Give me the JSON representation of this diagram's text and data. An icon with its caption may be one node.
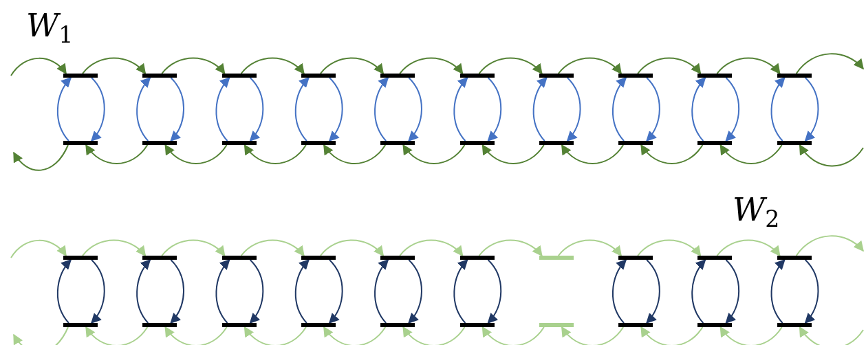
{
  "diagram": {
    "nodes": [
      {
        "text": [],
        "shape": "bar"
      },
      {
        "text": [],
        "shape": "bar"
      },
      {
        "text": [],
        "shape": "bar"
      },
      {
        "text": [],
        "shape": "bar"
      },
      {
        "text": [],
        "shape": "bar"
      },
      {
        "text": [],
        "shape": "bar"
      },
      {
        "text": [],
        "shape": "bar"
      },
      {
        "text": [],
        "shape": "bar"
      },
      {
        "text": [],
        "shape": "bar"
      },
      {
        "text": [],
        "shape": "bar"
      },
      {
        "text": [],
        "shape": "bar"
      },
      {
        "text": [],
        "shape": "bar"
      },
      {
        "text": [],
        "shape": "bar"
      },
      {
        "text": [],
        "shape": "bar"
      },
      {
        "text": [],
        "shape": "bar"
      },
      {
        "text": [],
        "shape": "bar"
      },
      {
        "text": [],
        "shape": "bar"
      },
      {
        "text": [],
        "shape": "bar"
      },
      {
        "text": [],
        "shape": "bar"
      },
      {
        "text": [],
        "shape": "bar"
      },
      {
        "text": [],
        "shape": "bar"
      },
      {
        "text": [],
        "shape": "bar"
      },
      {
        "text": [],
        "shape": "bar"
      },
      {
        "text": [],
        "shape": "bar"
      },
      {
        "text": [],
        "shape": "bar"
      },
      {
        "text": [],
        "shape": "bar"
      },
      {
        "text": [],
        "shape": "bar"
      },
      {
        "text": [],
        "shape": "bar"
      },
      {
        "text": [],
        "shape": "bar"
      },
      {
        "text": [],
        "shape": "bar"
      },
      {
        "text": [],
        "shape": "bar"
      },
      {
        "text": [],
        "shape": "bar"
      },
      {
        "text": [],
        "shape": "bar"
      },
      {
        "text": [],
        "shape": "bar"
      },
      {
        "text": [],
        "shape": "bar"
      },
      {
        "text": [],
        "shape": "bar"
      },
      {
        "text": [],
        "shape": "bar"
      },
      {
        "text": [],
        "shape": "bar"
      },
      {
        "text": [],
        "shape": "bar"
      },
      {
        "text": [],
        "shape": "bar"
      }
    ],
    "edges": [
      {
        "from": 10,
        "to": 0,
        "arrow": "to",
        "color": "#4472c4"
      },
      {
        "from": 0,
        "to": 10,
        "arrow": "to",
        "color": "#4472c4"
      },
      {
        "from": 11,
        "to": 1,
        "arrow": "to",
        "color": "#4472c4"
      },
      {
        "from": 1,
        "to": 11,
        "arrow": "to",
        "color": "#4472c4"
      },
      {
        "from": 12,
        "to": 2,
        "arrow": "to",
        "color": "#4472c4"
      },
      {
        "from": 2,
        "to": 12,
        "arrow": "to",
        "color": "#4472c4"
      },
      {
        "from": 13,
        "to": 3,
        "arrow": "to",
        "color": "#4472c4"
      },
      {
        "from": 3,
        "to": 13,
        "arrow": "to",
        "color": "#4472c4"
      },
      {
        "from": 14,
        "to": 4,
        "arrow": "to",
        "color": "#4472c4"
      },
      {
        "from": 4,
        "to": 14,
        "arrow": "to",
        "color": "#4472c4"
      },
      {
        "from": 15,
        "to": 5,
        "arrow": "to",
        "color": "#4472c4"
      },
      {
        "from": 5,
        "to": 15,
        "arrow": "to",
        "color": "#4472c4"
      },
      {
        "from": 16,
        "to": 6,
        "arrow": "to",
        "color": "#4472c4"
      },
      {
        "from": 6,
        "to": 16,
        "arrow": "to",
        "color": "#4472c4"
      },
      {
        "from": 17,
        "to": 7,
        "arrow": "to",
        "color": "#4472c4"
      },
      {
        "from": 7,
        "to": 17,
        "arrow": "to",
        "color": "#4472c4"
      },
      {
        "from": 18,
        "to": 8,
        "arrow": "to",
        "color": "#4472c4"
      },
      {
        "from": 8,
        "to": 18,
        "arrow": "to",
        "color": "#4472c4"
      },
      {
        "from": 19,
        "to": 9,
        "arrow": "to",
        "color": "#4472c4"
      },
      {
        "from": 9,
        "to": 19,
        "arrow": "to",
        "color": "#4472c4"
      },
      {
        "from": null,
        "to": 0,
        "arrow": "to",
        "color": "#548235"
      },
      {
        "from": 0,
        "to": 1,
        "arrow": "to",
        "color": "#548235"
      },
      {
        "from": 1,
        "to": 2,
        "arrow": "to",
        "color": "#548235"
      },
      {
        "from": 2,
        "to": 3,
        "arrow": "to",
        "color": "#548235"
      },
      {
        "from": 3,
        "to": 4,
        "arrow": "to",
        "color": "#548235"
      },
      {
        "from": 4,
        "to": 5,
        "arrow": "to",
        "color": "#548235"
      },
      {
        "from": 5,
        "to": 6,
        "arrow": "to",
        "color": "#548235"
      },
      {
        "from": 6,
        "to": 7,
        "arrow": "to",
        "color": "#548235"
      },
      {
        "from": 7,
        "to": 8,
        "arrow": "to",
        "color": "#548235"
      },
      {
        "from": 8,
        "to": 9,
        "arrow": "to",
        "color": "#548235"
      },
      {
        "from": 9,
        "to": null,
        "arrow": "to",
        "color": "#548235"
      },
      {
        "from": 10,
        "to": null,
        "arrow": "to",
        "color": "#548235"
      },
      {
        "from": 11,
        "to": 10,
        "arrow": "to",
        "color": "#548235"
      },
      {
        "from": 12,
        "to": 11,
        "arrow": "to",
        "color": "#548235"
      },
      {
        "from": 13,
        "to": 12,
        "arrow": "to",
        "color": "#548235"
      },
      {
        "from": 14,
        "to": 13,
        "arrow": "to",
        "color": "#548235"
      },
      {
        "from": 15,
        "to": 14,
        "arrow": "to",
        "color": "#548235"
      },
      {
        "from": 16,
        "to": 15,
        "arrow": "to",
        "color": "#548235"
      },
      {
        "from": 17,
        "to": 16,
        "arrow": "to",
        "color": "#548235"
      },
      {
        "from": 18,
        "to": 17,
        "arrow": "to",
        "color": "#548235"
      },
      {
        "from": 19,
        "to": 18,
        "arrow": "to",
        "color": "#548235"
      },
      {
        "from": null,
        "to": 19,
        "arrow": "to",
        "color": "#548235"
      },
      {
        "from": 30,
        "to": 20,
        "arrow": "to",
        "color": "#203864"
      },
      {
        "from": 20,
        "to": 30,
        "arrow": "to",
        "color": "#203864"
      },
      {
        "from": 31,
        "to": 21,
        "arrow": "to",
        "color": "#203864"
      },
      {
        "from": 21,
        "to": 31,
        "arrow": "to",
        "color": "#203864"
      },
      {
        "from": 32,
        "to": 22,
        "arrow": "to",
        "color": "#203864"
      },
      {
        "from": 22,
        "to": 32,
        "arrow": "to",
        "color": "#203864"
      },
      {
        "from": 33,
        "to": 23,
        "arrow": "to",
        "color": "#203864"
      },
      {
        "from": 23,
        "to": 33,
        "arrow": "to",
        "color": "#203864"
      },
      {
        "from": 34,
        "to": 24,
        "arrow": "to",
        "color": "#203864"
      },
      {
        "from": 24,
        "to": 34,
        "arrow": "to",
        "color": "#203864"
      },
      {
        "from": 35,
        "to": 25,
        "arrow": "to",
        "color": "#203864"
      },
      {
        "from": 25,
        "to": 35,
        "arrow": "to",
        "color": "#203864"
      },
      {
        "from": 37,
        "to": 27,
        "arrow": "to",
        "color": "#203864"
      },
      {
        "from": 27,
        "to": 37,
        "arrow": "to",
        "color": "#203864"
      },
      {
        "from": 38,
        "to": 28,
        "arrow": "to",
        "color": "#203864"
      },
      {
        "from": 28,
        "to": 38,
        "arrow": "to",
        "color": "#203864"
      },
      {
        "from": 39,
        "to": 29,
        "arrow": "to",
        "color": "#203864"
      },
      {
        "from": 29,
        "to": 39,
        "arrow": "to",
        "color": "#203864"
      },
      {
        "from": null,
        "to": 20,
        "arrow": "to",
        "color": "#a9d18e"
      },
      {
        "from": 20,
        "to": 21,
        "arrow": "to",
        "color": "#a9d18e"
      },
      {
        "from": 21,
        "to": 22,
        "arrow": "to",
        "color": "#a9d18e"
      },
      {
        "from": 22,
        "to": 23,
        "arrow": "to",
        "color": "#a9d18e"
      },
      {
        "from": 23,
        "to": 24,
        "arrow": "to",
        "color": "#a9d18e"
      },
      {
        "from": 24,
        "to": 25,
        "arrow": "to",
        "color": "#a9d18e"
      },
      {
        "from": 25,
        "to": 26,
        "arrow": "to",
        "color": "#a9d18e"
      },
      {
        "from": 26,
        "to": 27,
        "arrow": "to",
        "color": "#a9d18e"
      },
      {
        "from": 27,
        "to": 28,
        "arrow": "to",
        "color": "#a9d18e"
      },
      {
        "from": 28,
        "to": 29,
        "arrow": "to",
        "color": "#a9d18e"
      },
      {
        "from": 29,
        "to": null,
        "arrow": "to",
        "color": "#a9d18e"
      },
      {
        "from": 30,
        "to": null,
        "arrow": "to",
        "color": "#a9d18e"
      },
      {
        "from": 31,
        "to": 30,
        "arrow": "to",
        "color": "#a9d18e"
      },
      {
        "from": 32,
        "to": 31,
        "arrow": "to",
        "color": "#a9d18e"
      },
      {
        "from": 33,
        "to": 32,
        "arrow": "to",
        "color": "#a9d18e"
      },
      {
        "from": 34,
        "to": 33,
        "arrow": "to",
        "color": "#a9d18e"
      },
      {
        "from": 35,
        "to": 34,
        "arrow": "to",
        "color": "#a9d18e"
      },
      {
        "from": 36,
        "to": 35,
        "arrow": "to",
        "color": "#a9d18e"
      },
      {
        "from": 37,
        "to": 36,
        "arrow": "to",
        "color": "#a9d18e"
      },
      {
        "from": 38,
        "to": 37,
        "arrow": "to",
        "color": "#a9d18e"
      },
      {
        "from": 39,
        "to": 38,
        "arrow": "to",
        "color": "#a9d18e"
      },
      {
        "from": null,
        "to": 39,
        "arrow": "to",
        "color": "#a9d18e"
      }
    ],
    "labels": [
      "*W*$_{1}$",
      "*W*$_{2}$"
    ]
  }
}
